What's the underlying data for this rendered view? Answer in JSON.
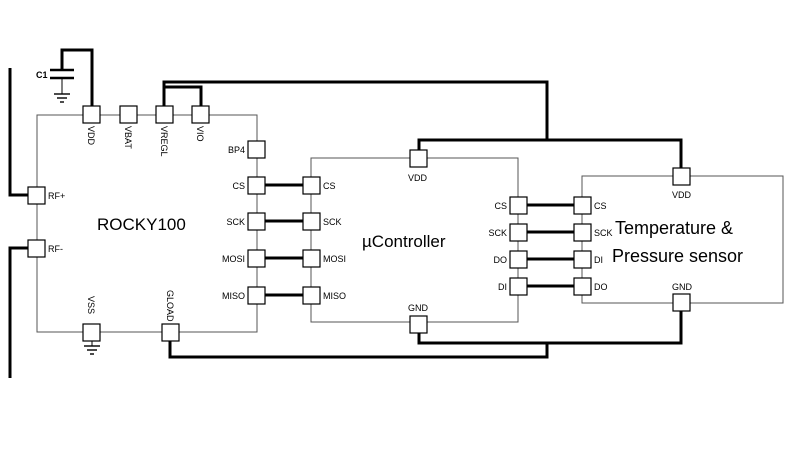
{
  "capacitor": {
    "label": "C1"
  },
  "rocky100": {
    "name": "ROCKY100",
    "pins": {
      "vdd": "VDD",
      "vbat": "VBAT",
      "vregl": "VREGL",
      "vio": "VIO",
      "bp4": "BP4",
      "cs": "CS",
      "sck": "SCK",
      "mosi": "MOSI",
      "miso": "MISO",
      "rfp": "RF+",
      "rfm": "RF-",
      "vss": "VSS",
      "gload": "GLOAD"
    }
  },
  "controller": {
    "name": "µController",
    "pins": {
      "vdd": "VDD",
      "gnd": "GND",
      "cs_left": "CS",
      "sck_left": "SCK",
      "mosi_left": "MOSI",
      "miso_left": "MISO",
      "cs_right": "CS",
      "sck_right": "SCK",
      "do_right": "DO",
      "di_right": "DI"
    }
  },
  "sensor": {
    "name_line1": "Temperature &",
    "name_line2": "Pressure sensor",
    "pins": {
      "vdd": "VDD",
      "gnd": "GND",
      "cs": "CS",
      "sck": "SCK",
      "di": "DI",
      "do": "DO"
    }
  }
}
